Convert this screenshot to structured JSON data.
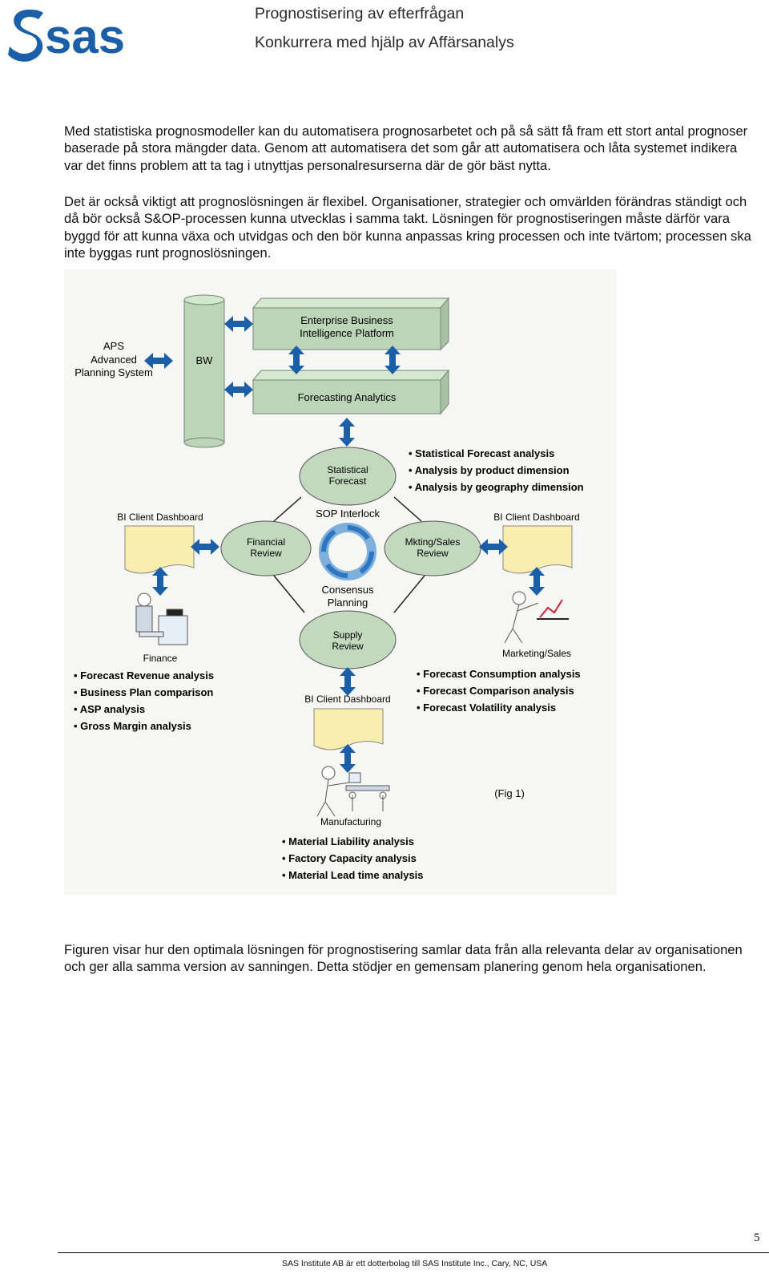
{
  "header": {
    "logo": "sas",
    "title": "Prognostisering av efterfrågan",
    "subtitle": "Konkurrera med hjälp av Affärsanalys"
  },
  "paragraphs": [
    "Med statistiska prognosmodeller kan du automatisera prognosarbetet och på så sätt få fram ett stort antal prognoser baserade på stora mängder data. Genom att automatisera det som går att automatisera och låta systemet indikera var det finns problem att ta tag i utnyttjas personalresurserna där de gör bäst nytta.",
    "Det är också viktigt att prognoslösningen är flexibel. Organisationer, strategier och omvärlden förändras ständigt och då bör också S&OP-processen kunna utvecklas i samma takt. Lösningen för prognostiseringen måste därför vara byggd för att kunna växa och utvidgas och den bör kunna anpassas kring processen och inte tvärtom; processen ska inte byggas runt prognoslösningen.",
    "Figuren visar hur den optimala lösningen för prognostisering samlar data från alla relevanta delar av organisationen och ger alla samma version av sanningen. Detta stödjer en gemensam planering genom hela organisationen."
  ],
  "figure": {
    "aps": [
      "APS",
      "Advanced",
      "Planning System"
    ],
    "bw": "BW",
    "ebi": [
      "Enterprise Business",
      "Intelligence Platform"
    ],
    "forecasting": "Forecasting Analytics",
    "statistical": [
      "Statistical",
      "Forecast"
    ],
    "sop": "SOP Interlock",
    "financial": [
      "Financial",
      "Review"
    ],
    "mkting": [
      "Mkting/Sales",
      "Review"
    ],
    "consensus": [
      "Consensus",
      "Planning"
    ],
    "supply": [
      "Supply",
      "Review"
    ],
    "dash_left": "BI Client Dashboard",
    "dash_right": "BI Client Dashboard",
    "dash_bottom": "BI Client Dashboard",
    "finance": "Finance",
    "marketing": "Marketing/Sales",
    "manufacturing": "Manufacturing",
    "fig_label": "(Fig 1)",
    "bullets_top": [
      "Statistical Forecast analysis",
      "Analysis by product dimension",
      "Analysis by geography dimension"
    ],
    "bullets_finance": [
      "Forecast Revenue analysis",
      "Business Plan comparison",
      "ASP analysis",
      "Gross Margin analysis"
    ],
    "bullets_marketing": [
      "Forecast Consumption analysis",
      "Forecast Comparison analysis",
      "Forecast Volatility analysis"
    ],
    "bullets_manufacturing": [
      "Material Liability analysis",
      "Factory Capacity analysis",
      "Material Lead time analysis"
    ],
    "colors": {
      "arrow": "#1b5fa8",
      "box": "#bcd5b8",
      "ellipse": "#c2d9be",
      "doc": "#f7eeb0",
      "logo": "#1a5fa8"
    }
  },
  "footer": {
    "page_number": "5",
    "text": "SAS Institute AB är ett dotterbolag till SAS Institute Inc., Cary, NC, USA"
  }
}
